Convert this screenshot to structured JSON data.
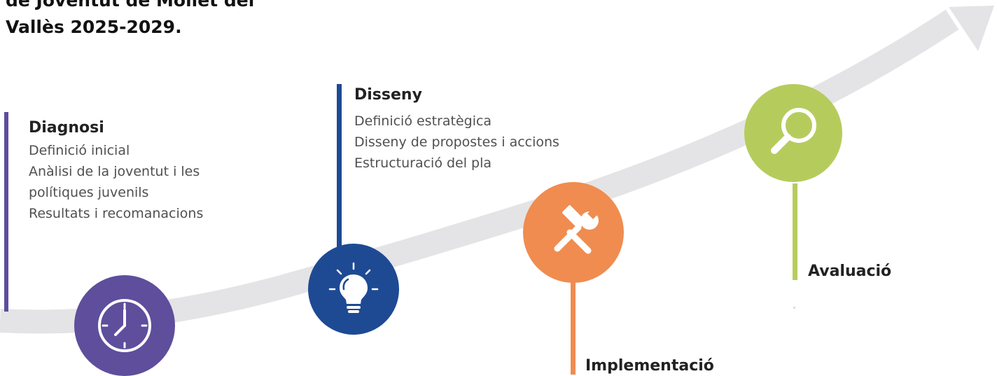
{
  "heading": {
    "lines": [
      "de Joventut de Mollet del",
      "Vallès 2025-2029."
    ]
  },
  "stages": [
    {
      "title": "Diagnosi",
      "items": [
        "Definició inicial",
        "Anàlisi de la joventut i les",
        "polítiques juvenils",
        "Resultats i recomanacions"
      ],
      "color": "#5e4e9c",
      "icon": "clock-icon"
    },
    {
      "title": "Disseny",
      "items": [
        "Definició estratègica",
        "Disseny de propostes i accions",
        "Estructuració del pla"
      ],
      "color": "#1e4a94",
      "icon": "lightbulb-icon"
    },
    {
      "title": "Implementació",
      "items": [],
      "color": "#f08c50",
      "icon": "tools-icon"
    },
    {
      "title": "Avaluació",
      "items": [],
      "color": "#b5cc5d",
      "icon": "magnifier-icon"
    }
  ],
  "arrow_color": "#e4e4e6"
}
